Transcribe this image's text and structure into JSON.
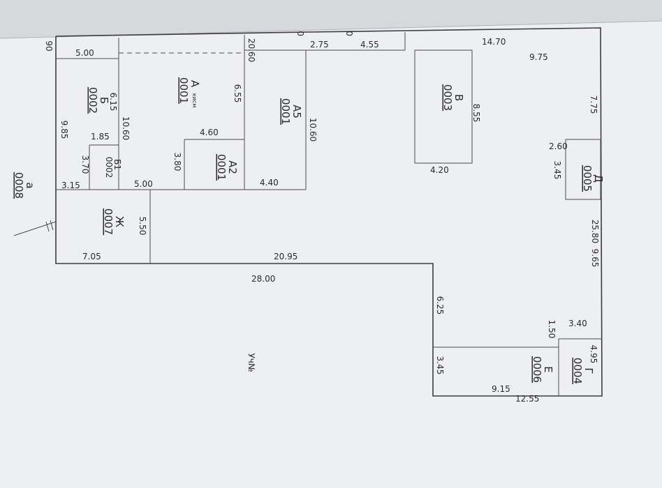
{
  "plan": {
    "paper_color": "#eeeff2",
    "ink_color": "#2a2a2e",
    "plot_label": "Уч№",
    "units": [
      {
        "code": "0001",
        "letter": "А",
        "note": "кисм"
      },
      {
        "code": "0002",
        "letter": "Б"
      },
      {
        "code": "0002",
        "letter": "Б1"
      },
      {
        "code": "0001",
        "letter": "А5"
      },
      {
        "code": "0001",
        "letter": "А2"
      },
      {
        "code": "0003",
        "letter": "В"
      },
      {
        "code": "0005",
        "letter": "Д"
      },
      {
        "code": "0007",
        "letter": "Ж"
      },
      {
        "code": "0006",
        "letter": "Е"
      },
      {
        "code": "0004",
        "letter": "Г"
      },
      {
        "code": "0008",
        "letter": "а"
      }
    ],
    "dimensions": [
      "90",
      "5.00",
      "20.60",
      "0",
      "2.75",
      "0",
      "4.55",
      "14.70",
      "9.75",
      "6.55",
      "7.75",
      "6.15",
      "10.60",
      "8.55",
      "9.85",
      "1.85",
      "10.60",
      "4.60",
      "3.70",
      "3.80",
      "2.60",
      "3.45",
      "4.20",
      "3.15",
      "5.00",
      "4.40",
      "5.50",
      "25.80",
      "7.05",
      "20.95",
      "9.65",
      "28.00",
      "6.25",
      "3.40",
      "1.50",
      "4.95",
      "3.45",
      "9.15",
      "12.55"
    ]
  }
}
